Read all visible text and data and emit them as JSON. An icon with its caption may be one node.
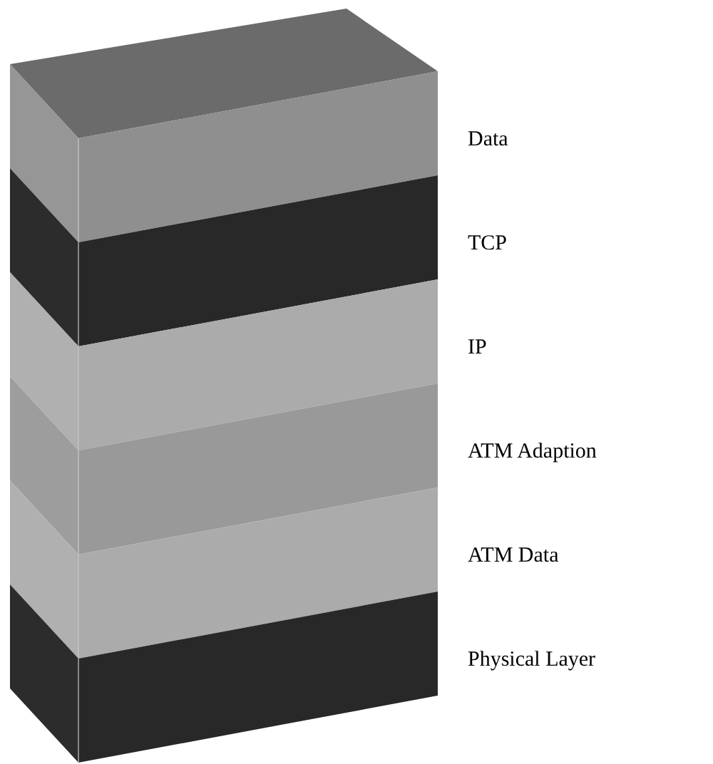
{
  "diagram": {
    "nodes": [
      {
        "text": [],
        "shape": "box",
        "beside": [
          "Data"
        ]
      },
      {
        "text": [],
        "shape": "box",
        "beside": [
          "TCP"
        ]
      },
      {
        "text": [],
        "shape": "box",
        "beside": [
          "IP"
        ]
      },
      {
        "text": [],
        "shape": "box",
        "beside": [
          "ATM Adaption"
        ]
      },
      {
        "text": [],
        "shape": "box",
        "beside": [
          "ATM Data"
        ]
      },
      {
        "text": [],
        "shape": "box",
        "beside": [
          "Physical Layer"
        ]
      }
    ]
  }
}
